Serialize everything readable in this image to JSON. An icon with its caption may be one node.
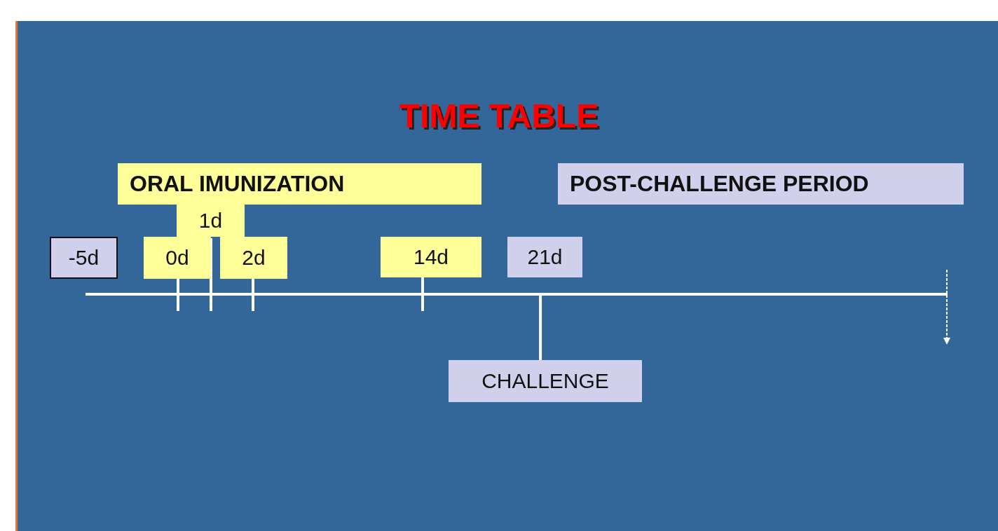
{
  "diagram": {
    "title": "TIME TABLE",
    "nodes": [
      {
        "text": [
          "ORAL IMUNIZATION"
        ]
      },
      {
        "text": [
          "POST-CHALLENGE PERIOD"
        ]
      },
      {
        "text": [
          "1d"
        ]
      },
      {
        "text": [
          "-5d"
        ]
      },
      {
        "text": [
          "0d"
        ]
      },
      {
        "text": [
          "2d"
        ]
      },
      {
        "text": [
          "14d"
        ]
      },
      {
        "text": [
          "21d"
        ]
      },
      {
        "text": [
          "CHALLENGE"
        ]
      }
    ],
    "edges": [
      {
        "from": null,
        "to": 8,
        "arrow": "none"
      }
    ]
  }
}
